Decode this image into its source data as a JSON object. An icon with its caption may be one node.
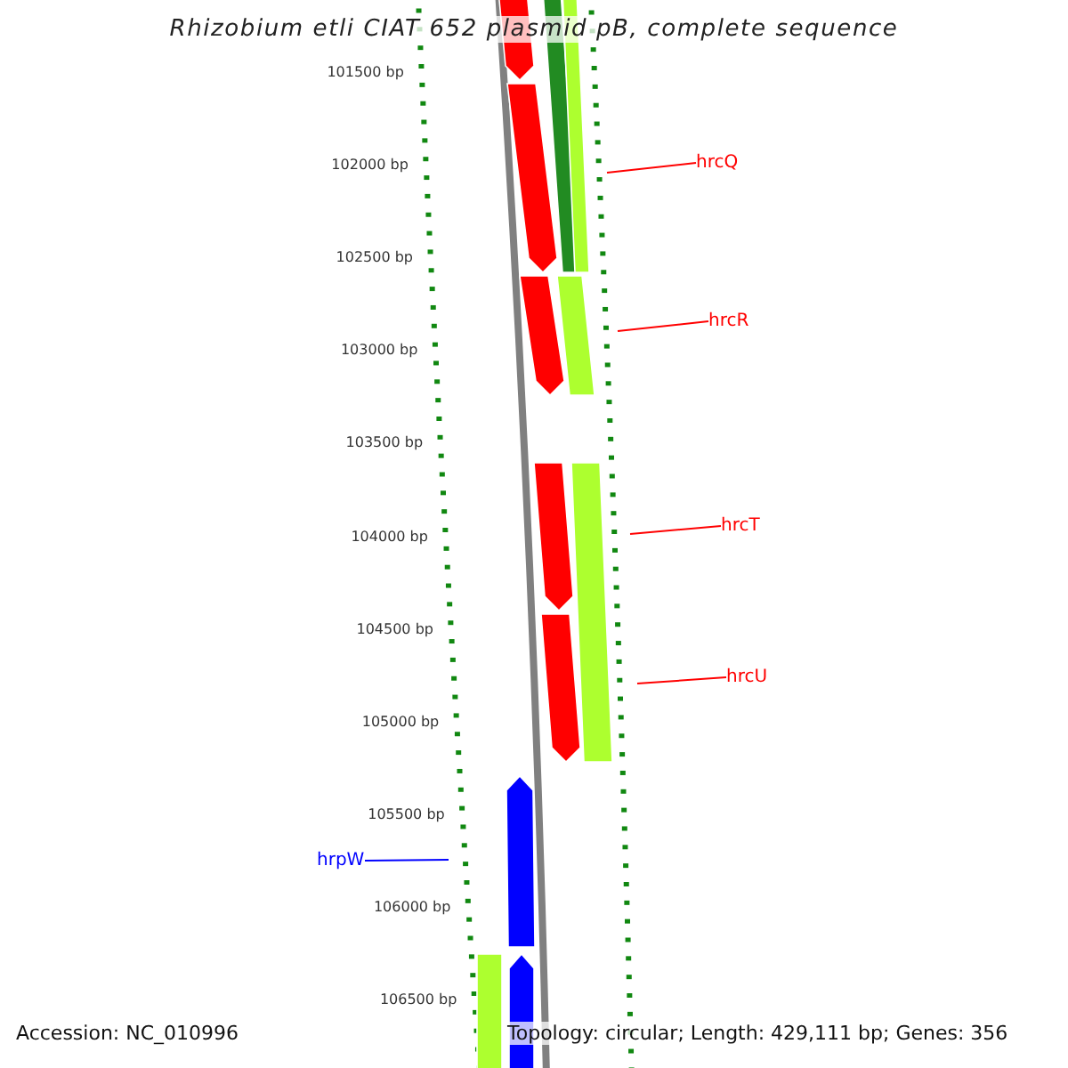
{
  "diagram": {
    "title": "Rhizobium etli CIAT 652 plasmid pB, complete sequence",
    "nodes": [
      {
        "text": [],
        "shape": "pentagon"
      },
      {
        "text": [],
        "shape": "bar"
      },
      {
        "text": [],
        "shape": "bar"
      },
      {
        "text": [],
        "shape": "pentagon"
      },
      {
        "text": [],
        "shape": "pentagon"
      },
      {
        "text": [],
        "shape": "bar"
      },
      {
        "text": [],
        "shape": "pentagon"
      },
      {
        "text": [],
        "shape": "bar"
      },
      {
        "text": [],
        "shape": "pentagon"
      },
      {
        "text": [],
        "shape": "pentagon"
      },
      {
        "text": [],
        "shape": "bar"
      },
      {
        "text": [],
        "shape": "pentagon"
      },
      {
        "text": [
          "hrcQ"
        ]
      },
      {
        "text": [
          "hrcR"
        ]
      },
      {
        "text": [
          "hrcT"
        ]
      },
      {
        "text": [
          "hrcU"
        ]
      },
      {
        "text": [
          "hrpW"
        ]
      }
    ],
    "edges": [
      {
        "from": 12,
        "to": null,
        "arrow": "none"
      },
      {
        "from": 13,
        "to": null,
        "arrow": "none"
      },
      {
        "from": 14,
        "to": null,
        "arrow": "none"
      },
      {
        "from": 15,
        "to": null,
        "arrow": "none"
      },
      {
        "from": 16,
        "to": null,
        "arrow": "none",
        "color": "#0000ff"
      }
    ],
    "labels": [
      "101500 bp",
      "102000 bp",
      "102500 bp",
      "103000 bp",
      "103500 bp",
      "104000 bp",
      "104500 bp",
      "105000 bp",
      "105500 bp",
      "106000 bp",
      "106500 bp",
      "Accession: NC_010996",
      "Topology: circular; Length: 429,111 bp; Genes: 356"
    ]
  }
}
